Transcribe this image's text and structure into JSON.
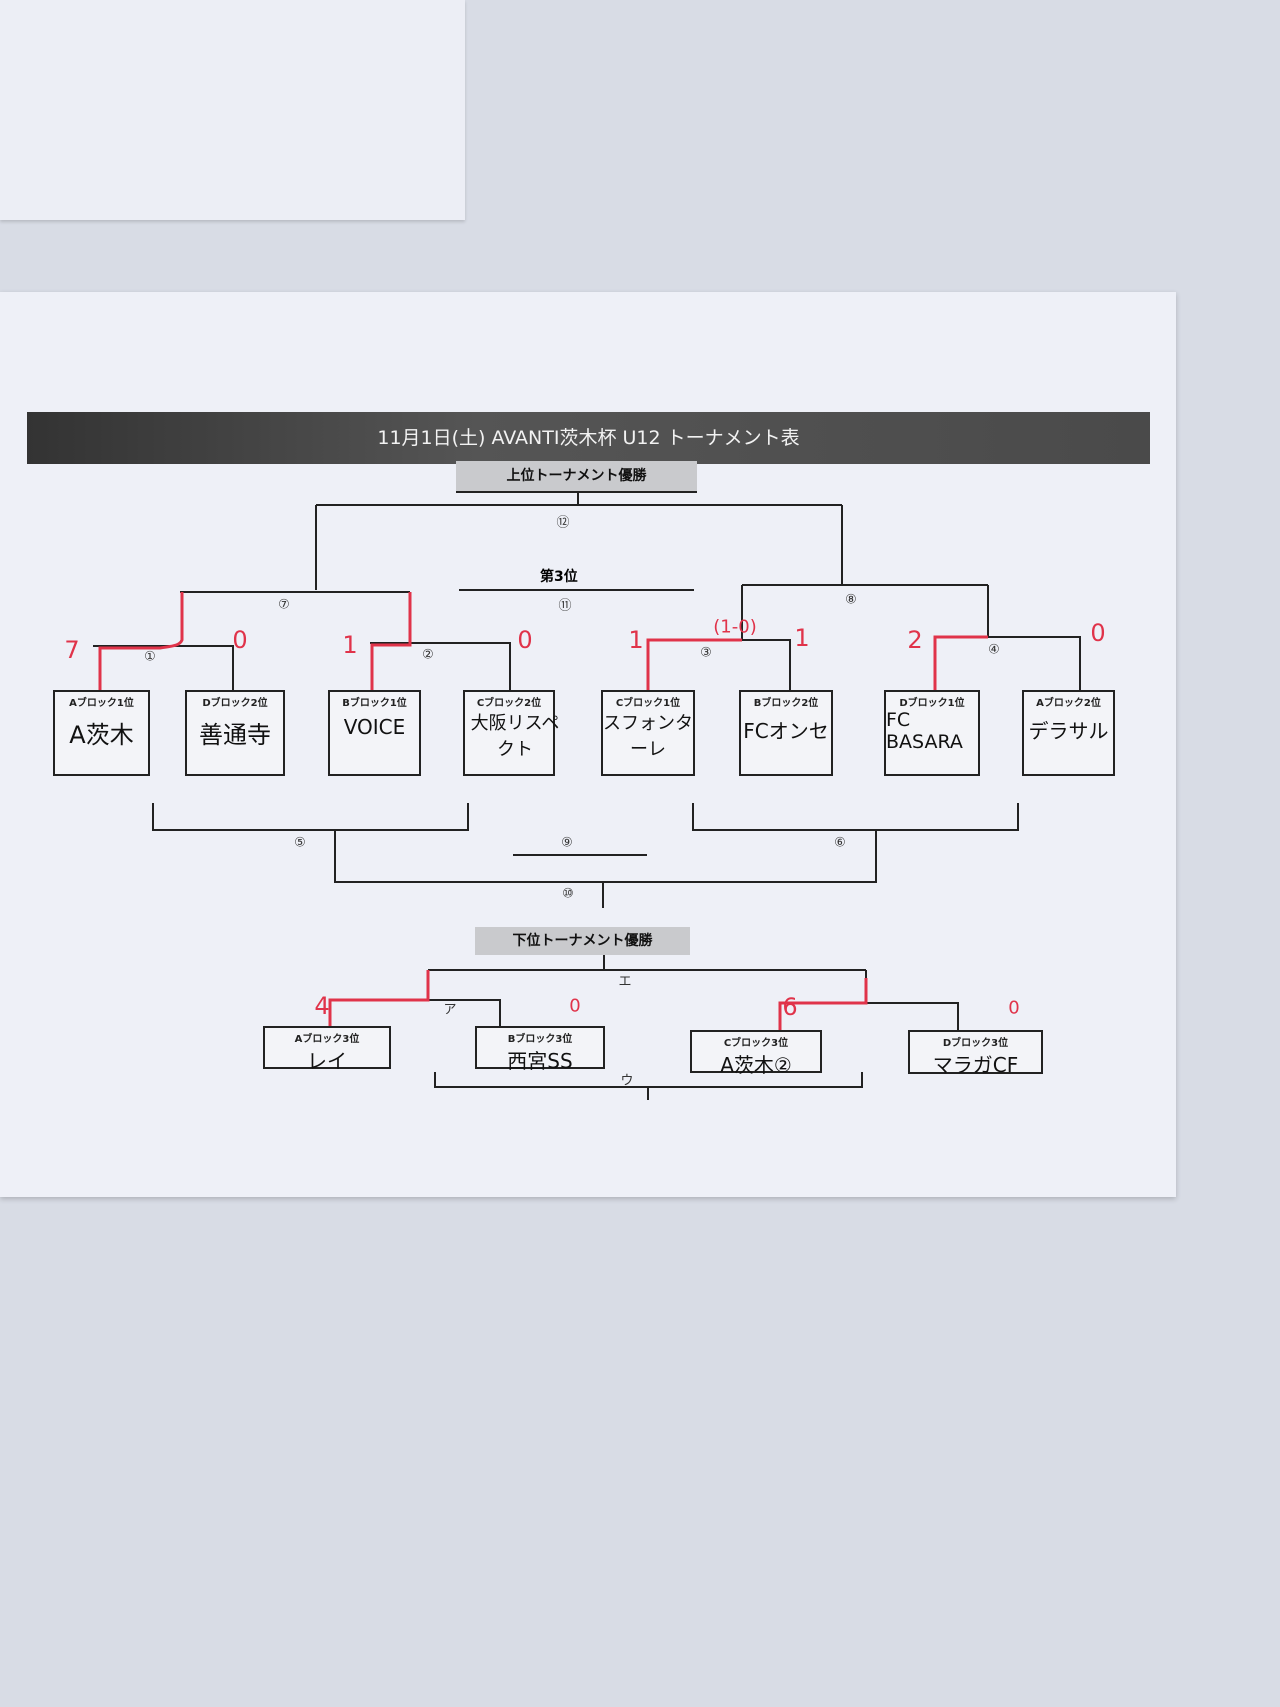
{
  "title": "11月1日(土) AVANTI茨木杯 U12 トーナメント表",
  "upper": {
    "champion_label": "上位トーナメント優勝",
    "third_label": "第3位",
    "matches": [
      "①",
      "②",
      "③",
      "④",
      "⑤",
      "⑥",
      "⑦",
      "⑧",
      "⑨",
      "⑩",
      "⑪",
      "⑫"
    ],
    "teams": [
      {
        "slot": "Aブロック1位",
        "name": "A茨木",
        "score": "7"
      },
      {
        "slot": "Dブロック2位",
        "name": "善通寺",
        "score": "0"
      },
      {
        "slot": "Bブロック1位",
        "name": "VOICE",
        "score": "1"
      },
      {
        "slot": "Cブロック2位",
        "name": "大阪リスペクト",
        "score": "0"
      },
      {
        "slot": "Cブロック1位",
        "name": "スフォンターレ",
        "score": "1"
      },
      {
        "slot": "Bブロック2位",
        "name": "FCオンセ",
        "score": "1"
      },
      {
        "slot": "Dブロック1位",
        "name": "FC BASARA",
        "score": "2"
      },
      {
        "slot": "Aブロック2位",
        "name": "デラサル",
        "score": "0"
      }
    ],
    "pk_note": "(1-0)"
  },
  "lower": {
    "champion_label": "下位トーナメント優勝",
    "matches": [
      "ア",
      "ウ",
      "エ"
    ],
    "teams": [
      {
        "slot": "Aブロック3位",
        "name": "レイ",
        "score": "4"
      },
      {
        "slot": "Bブロック3位",
        "name": "西宮SS",
        "score": "0"
      },
      {
        "slot": "Cブロック3位",
        "name": "A茨木②",
        "score": "6"
      },
      {
        "slot": "Dブロック3位",
        "name": "マラガCF",
        "score": "0"
      }
    ]
  },
  "colors": {
    "result_red": "#e0334a",
    "title_bg": "#444444"
  }
}
